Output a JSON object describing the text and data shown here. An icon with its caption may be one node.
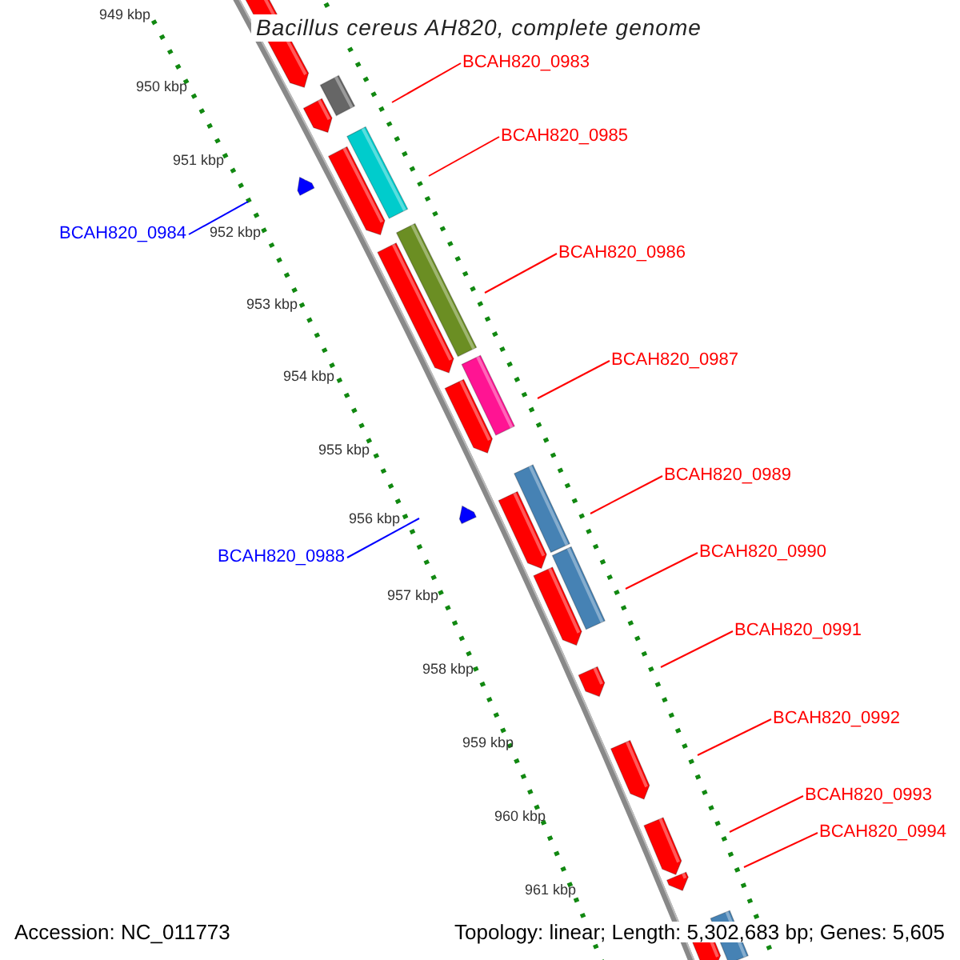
{
  "diagram": {
    "title": "Bacillus cereus AH820, complete genome",
    "nodes": [
      {
        "text": [
          "BCAH820_0983"
        ]
      },
      {
        "text": [
          "BCAH820_0985"
        ]
      },
      {
        "text": [
          "BCAH820_0984"
        ]
      },
      {
        "text": [
          "BCAH820_0986"
        ]
      },
      {
        "text": [
          "BCAH820_0987"
        ]
      },
      {
        "text": [
          "BCAH820_0989"
        ]
      },
      {
        "text": [
          "BCAH820_0990"
        ]
      },
      {
        "text": [
          "BCAH820_0988"
        ]
      },
      {
        "text": [
          "BCAH820_0991"
        ]
      },
      {
        "text": [
          "BCAH820_0992"
        ]
      },
      {
        "text": [
          "BCAH820_0993"
        ]
      },
      {
        "text": [
          "BCAH820_0994"
        ]
      }
    ],
    "edges": [
      {
        "from": 0,
        "to": null,
        "arrow": "none"
      },
      {
        "from": 1,
        "to": null,
        "arrow": "none"
      },
      {
        "from": 2,
        "to": null,
        "arrow": "none",
        "color": "#0000ff"
      },
      {
        "from": 3,
        "to": null,
        "arrow": "none"
      },
      {
        "from": 4,
        "to": null,
        "arrow": "none"
      },
      {
        "from": 5,
        "to": null,
        "arrow": "none"
      },
      {
        "from": 6,
        "to": null,
        "arrow": "none"
      },
      {
        "from": 7,
        "to": null,
        "arrow": "none",
        "color": "#0000ff"
      },
      {
        "from": 8,
        "to": null,
        "arrow": "none"
      },
      {
        "from": 9,
        "to": null,
        "arrow": "none"
      },
      {
        "from": 10,
        "to": null,
        "arrow": "none"
      },
      {
        "from": 11,
        "to": null,
        "arrow": "none"
      }
    ],
    "labels": [
      "949 kbp",
      "950 kbp",
      "951 kbp",
      "952 kbp",
      "953 kbp",
      "954 kbp",
      "955 kbp",
      "956 kbp",
      "957 kbp",
      "958 kbp",
      "959 kbp",
      "960 kbp",
      "961 kbp",
      "Accession: NC_011773",
      "Topology: linear; Length: 5,302,683 bp; Genes: 5,605"
    ]
  }
}
